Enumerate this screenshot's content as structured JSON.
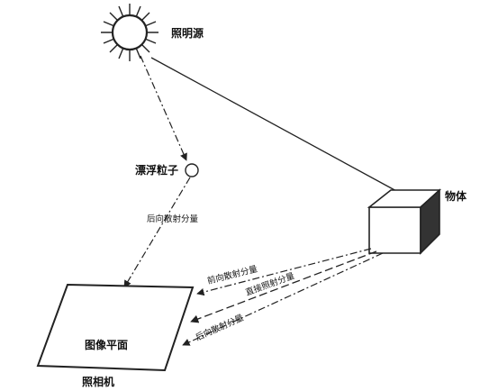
{
  "labels": {
    "light_source": "照明源",
    "floating_particle": "漂浮粒子",
    "object": "物体",
    "image_plane": "图像平面",
    "camera": "照相机",
    "back_scatter_particle": "后向散射分量",
    "forward_scatter": "前向散射分量",
    "direct_component": "直接照射分量",
    "back_scatter_object": "后向散射分量"
  }
}
